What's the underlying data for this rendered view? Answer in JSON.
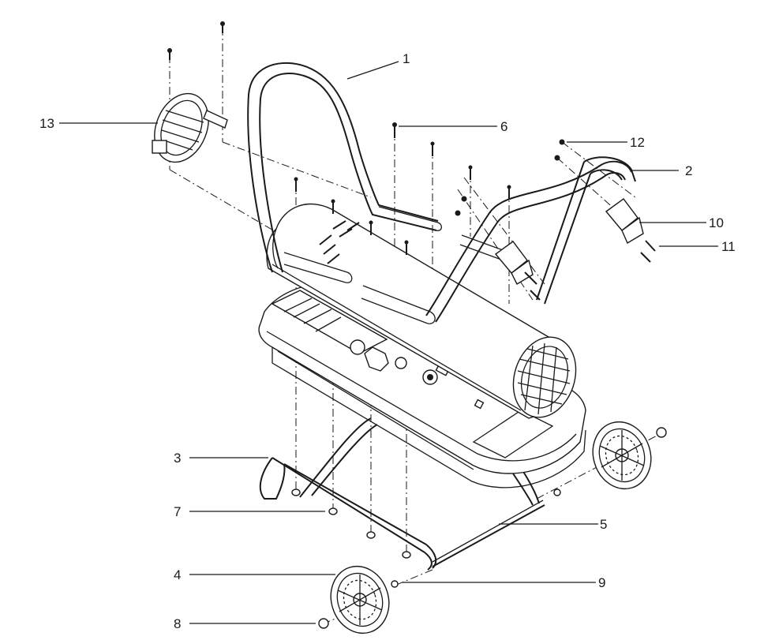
{
  "callouts": [
    {
      "id": "c1",
      "label": "1"
    },
    {
      "id": "c2",
      "label": "2"
    },
    {
      "id": "c3",
      "label": "3"
    },
    {
      "id": "c4",
      "label": "4"
    },
    {
      "id": "c5",
      "label": "5"
    },
    {
      "id": "c6",
      "label": "6"
    },
    {
      "id": "c7",
      "label": "7"
    },
    {
      "id": "c8",
      "label": "8"
    },
    {
      "id": "c9",
      "label": "9"
    },
    {
      "id": "c10",
      "label": "10"
    },
    {
      "id": "c11",
      "label": "11"
    },
    {
      "id": "c12",
      "label": "12"
    },
    {
      "id": "c13",
      "label": "13"
    }
  ]
}
